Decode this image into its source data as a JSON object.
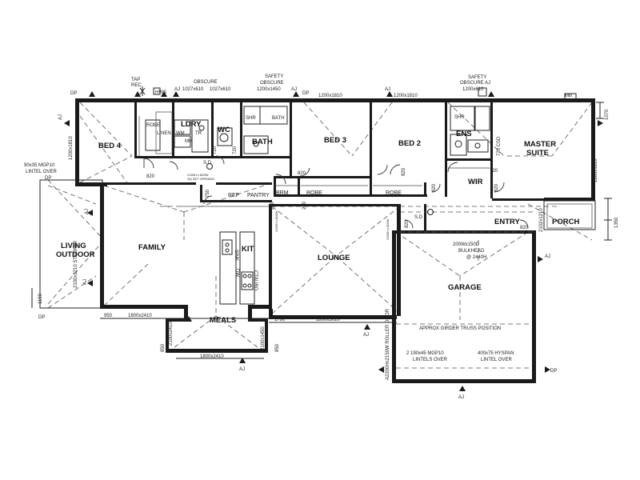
{
  "rooms": {
    "bed4": "BED 4",
    "robe1": "ROBE",
    "linen": "LINEN",
    "ldry": "LDRY",
    "wm": "WM",
    "tr": "TR",
    "mh": "MH",
    "wc": "WC",
    "bath": "BATH",
    "bath_fixture": "BATH",
    "shr": "SHR",
    "bed3": "BED 3",
    "bed2": "BED 2",
    "ens": "ENS",
    "ens_shr": "SHR",
    "master_suite_1": "MASTER",
    "master_suite_2": "SUITE",
    "wir": "WIR",
    "brm": "BRM",
    "robe2": "ROBE",
    "robe3": "ROBE",
    "ref": "REF",
    "pantry": "PANTRY",
    "living_outdoor_1": "LIVING",
    "living_outdoor_2": "OUTDOOR",
    "family": "FAMILY",
    "kit": "KIT",
    "sink": "SINK",
    "dw": "DW",
    "ct_ubo": "CT&UBO",
    "lounge": "LOUNGE",
    "meals": "MEALS",
    "garage": "GARAGE",
    "entry": "ENTRY",
    "porch": "PORCH"
  },
  "annotations": {
    "tap_rec_1": "TAP",
    "tap_rec_2": "REC",
    "hws": "HWS",
    "aj_1": "AJ",
    "aj_2": "AJ",
    "aj_3": "AJ",
    "aj_4": "AJ",
    "aj_5": "AJ",
    "aj_6": "AJ",
    "aj_7": "AJ",
    "aj_8": "AJ",
    "aj_9": "AJ",
    "aj_10": "AJ",
    "dp_1": "DP",
    "dp_2": "DP",
    "dp_3": "DP",
    "dp_4": "DP",
    "dp_5": "DP",
    "mb": "MB",
    "obscure_top": "OBSCURE",
    "win_1027_a": "1027x610",
    "win_1027_b": "1027x610",
    "safety_1": "SAFETY",
    "obscure_1": "OBSCURE",
    "win_1200x1450": "1200x1450",
    "win_1200x1810_a": "1200x1810",
    "win_1200x1810_b": "1200x1810",
    "safety_2": "SAFETY",
    "obscure_2": "OBSCURE AJ",
    "win_1200x610": "1200x610",
    "dim_1070": "1070",
    "dim_1800x1810": "1800x1810",
    "dim_1200x1810_left": "1200x1810",
    "mgp10": "90x35 MGP10",
    "lintel_over": "LINTEL OVER",
    "sd_1": "S.D",
    "sd_2": "S.D",
    "opening_note_1": "2155H x 800W",
    "opening_note_2": "SQ SET OPENING",
    "d820_a": "820",
    "d820_b": "820",
    "d820_c": "820",
    "d820_d": "820",
    "d820_e": "820",
    "d820_f": "820",
    "d820_g": "820",
    "d720_a": "720",
    "d720_b": "720",
    "d720_c": "720",
    "d720_csd": "720 CSD",
    "d750": "750",
    "d200_a": "200",
    "d200_b": "200",
    "stacker": "2100x3210 STACKER",
    "dim_1190": "1190",
    "dim_950": "950",
    "dim_1800x2410_a": "1800x2410",
    "dim_1800x2410_b": "1800x2410",
    "dim_2100x2410": "2100x2410",
    "dim_850_a": "850",
    "dim_850_b": "850",
    "dim_2100x1450": "2100x1450",
    "dim_1790": "1790",
    "dim_1800x3010": "1800x3010",
    "bulkhead_1": "200Wx150D",
    "bulkhead_2": "BULKHEAD",
    "bulkhead_3": "@ 2440H",
    "girder": "APPROX GIRDER TRUSS POSITION",
    "lintels_1": "2 190x45 MGP10",
    "lintels_2": "LINTELS OVER",
    "hyspan_1": "400x75 HYSPAN",
    "hyspan_2": "LINTEL OVER",
    "roller_door": "A2200Hx2150W ROLLER DOOR",
    "porch_2102": "2102x1210",
    "dim_1350": "1350",
    "opening_left_1": "2155H x 800W",
    "opening_right_1": "2155H x 800W"
  }
}
